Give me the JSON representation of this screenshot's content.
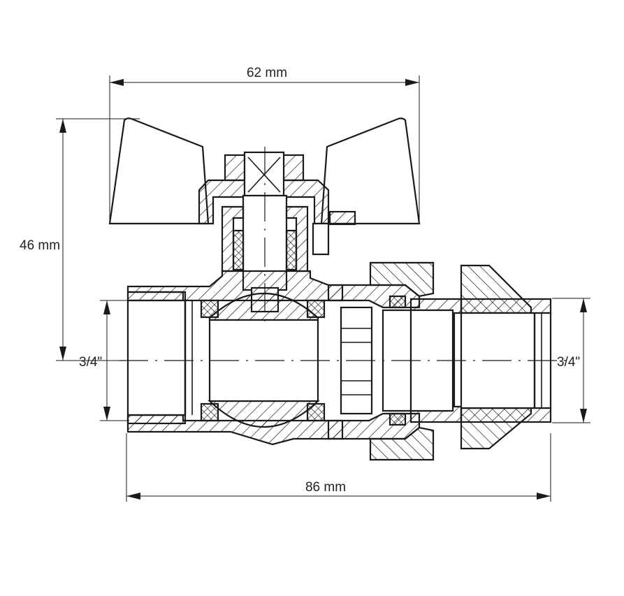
{
  "dimensions": {
    "handle_width": "62 mm",
    "height": "46 mm",
    "inlet_thread": "3/4\"",
    "outlet_thread": "3/4\"",
    "total_length": "86 mm"
  }
}
